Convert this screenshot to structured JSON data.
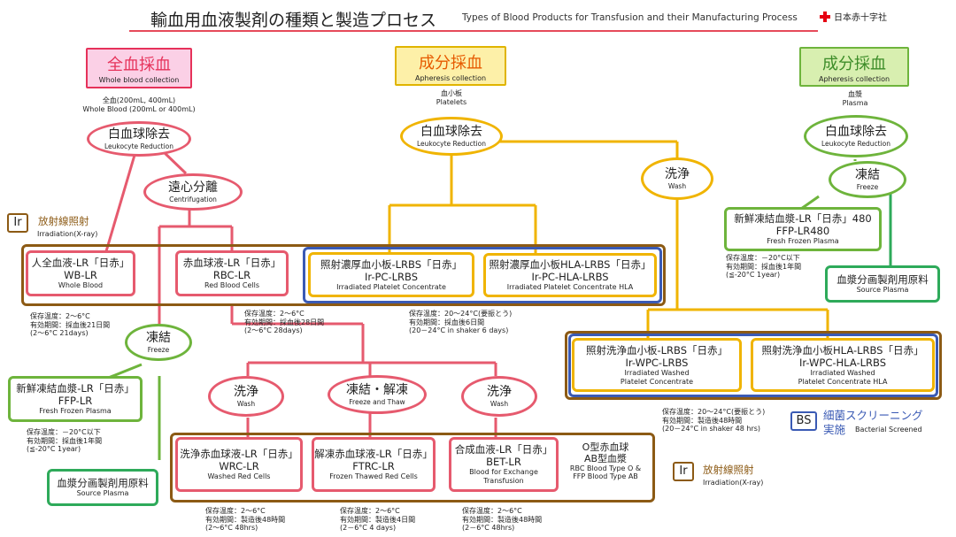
{
  "header": {
    "title": "輸血用血液製剤の種類と製造プロセス",
    "title_en": "Types of Blood Products for Transfusion and their Manufacturing Process",
    "org": "日本赤十字社"
  },
  "categories": {
    "whole": {
      "ja": "全血採血",
      "en": "Whole blood collection"
    },
    "apheresis_pl": {
      "ja": "成分採血",
      "en": "Apheresis collection"
    },
    "apheresis_ps": {
      "ja": "成分採血",
      "en": "Apheresis collection"
    }
  },
  "sources": {
    "whole": {
      "l1": "全血(200mL, 400mL)",
      "l2": "Whole Blood (200mL or 400mL)"
    },
    "platelets": {
      "l1": "血小板",
      "l2": "Platelets"
    },
    "plasma": {
      "l1": "血漿",
      "l2": "Plasma"
    }
  },
  "processes": {
    "lr_whole": {
      "ja": "白血球除去",
      "en": "Leukocyte Reduction"
    },
    "lr_pl": {
      "ja": "白血球除去",
      "en": "Leukocyte Reduction"
    },
    "lr_ps": {
      "ja": "白血球除去",
      "en": "Leukocyte Reduction"
    },
    "centri": {
      "ja": "遠心分離",
      "en": "Centrifugation"
    },
    "wash_pl": {
      "ja": "洗浄",
      "en": "Wash"
    },
    "freeze_ps": {
      "ja": "凍結",
      "en": "Freeze"
    },
    "freeze_wb": {
      "ja": "凍結",
      "en": "Freeze"
    },
    "wash_rbc": {
      "ja": "洗浄",
      "en": "Wash"
    },
    "freeze_thaw": {
      "ja": "凍結・解凍",
      "en": "Freeze and Thaw"
    },
    "wash_bet": {
      "ja": "洗浄",
      "en": "Wash"
    }
  },
  "irradiation": {
    "tag": "Ir",
    "ja": "放射線照射",
    "en": "Irradiation(X-ray)"
  },
  "screening": {
    "tag": "BS",
    "ja1": "細菌スクリーニング",
    "ja2": "実施",
    "en": "Bacterial Screened"
  },
  "products": {
    "wb": {
      "ja": "人全血液-LR「日赤」",
      "code": "WB-LR",
      "en": "Whole Blood"
    },
    "rbc": {
      "ja": "赤血球液-LR「日赤」",
      "code": "RBC-LR",
      "en": "Red Blood Cells"
    },
    "pc": {
      "ja": "照射濃厚血小板-LRBS「日赤」",
      "code": "Ir-PC-LRBS",
      "en": "Irradiated Platelet Concentrate"
    },
    "pchla": {
      "ja": "照射濃厚血小板HLA-LRBS「日赤」",
      "code": "Ir-PC-HLA-LRBS",
      "en": "Irradiated Platelet Concentrate HLA"
    },
    "ffp480": {
      "ja": "新鮮凍結血漿-LR「日赤」480",
      "code": "FFP-LR480",
      "en": "Fresh Frozen Plasma"
    },
    "sp_right": {
      "ja": "血漿分画製剤用原料",
      "en": "Source Plasma"
    },
    "wpc": {
      "ja": "照射洗浄血小板-LRBS「日赤」",
      "code": "Ir-WPC-LRBS",
      "en1": "Irradiated Washed",
      "en2": "Platelet Concentrate"
    },
    "wpchla": {
      "ja": "照射洗浄血小板HLA-LRBS「日赤」",
      "code": "Ir-WPC-HLA-LRBS",
      "en1": "Irradiated Washed",
      "en2": "Platelet Concentrate HLA"
    },
    "ffp": {
      "ja": "新鮮凍結血漿-LR「日赤」",
      "code": "FFP-LR",
      "en": "Fresh Frozen Plasma"
    },
    "sp_left": {
      "ja": "血漿分画製剤用原料",
      "en": "Source Plasma"
    },
    "wrc": {
      "ja": "洗浄赤血球液-LR「日赤」",
      "code": "WRC-LR",
      "en": "Washed Red Cells"
    },
    "ftrc": {
      "ja": "解凍赤血球液-LR「日赤」",
      "code": "FTRC-LR",
      "en": "Frozen Thawed Red Cells"
    },
    "bet": {
      "ja": "合成血液-LR「日赤」",
      "code": "BET-LR",
      "en1": "Blood for Exchange",
      "en2": "Transfusion"
    },
    "bet_note": {
      "l1": "O型赤血球",
      "l2": "AB型血漿",
      "l3": "RBC Blood Type O &",
      "l4": "FFP Blood Type AB"
    }
  },
  "storage": {
    "wb": [
      "保存温度：2～6°C",
      "有効期間：採血後21日間",
      "(2～6°C 21days)"
    ],
    "rbc": [
      "保存温度：2～6°C",
      "有効期間：採血後28日間",
      "(2～6°C 28days)"
    ],
    "pc": [
      "保存温度：20～24°C(要振とう)",
      "有効期間：採血後6日間",
      "(20－24°C in shaker 6 days)"
    ],
    "ffp480": [
      "保存温度：－20°C以下",
      "有効期間：採血後1年間",
      "(≦-20°C 1year)"
    ],
    "wpc": [
      "保存温度：20～24°C(要振とう)",
      "有効期間：製造後48時間",
      "(20－24°C in shaker 48 hrs)"
    ],
    "ffp": [
      "保存温度：－20°C以下",
      "有効期間：採血後1年間",
      "(≦-20°C 1year)"
    ],
    "wrc": [
      "保存温度：2～6°C",
      "有効期間：製造後48時間",
      "(2～6°C 48hrs)"
    ],
    "ftrc": [
      "保存温度：2～6°C",
      "有効期間：製造後4日間",
      "(2－6°C 4 days)"
    ],
    "bet": [
      "保存温度：2～6°C",
      "有効期間：製造後48時間",
      "(2－6°C 48hrs)"
    ]
  },
  "colors": {
    "whole_line": "#e65a6e",
    "platelet_line": "#f0b400",
    "plasma_line": "#6eb43c",
    "source_plasma_border": "#2eaa5a",
    "irradiation_frame": "#8c5a14",
    "screening_frame": "#3a5ab4"
  }
}
